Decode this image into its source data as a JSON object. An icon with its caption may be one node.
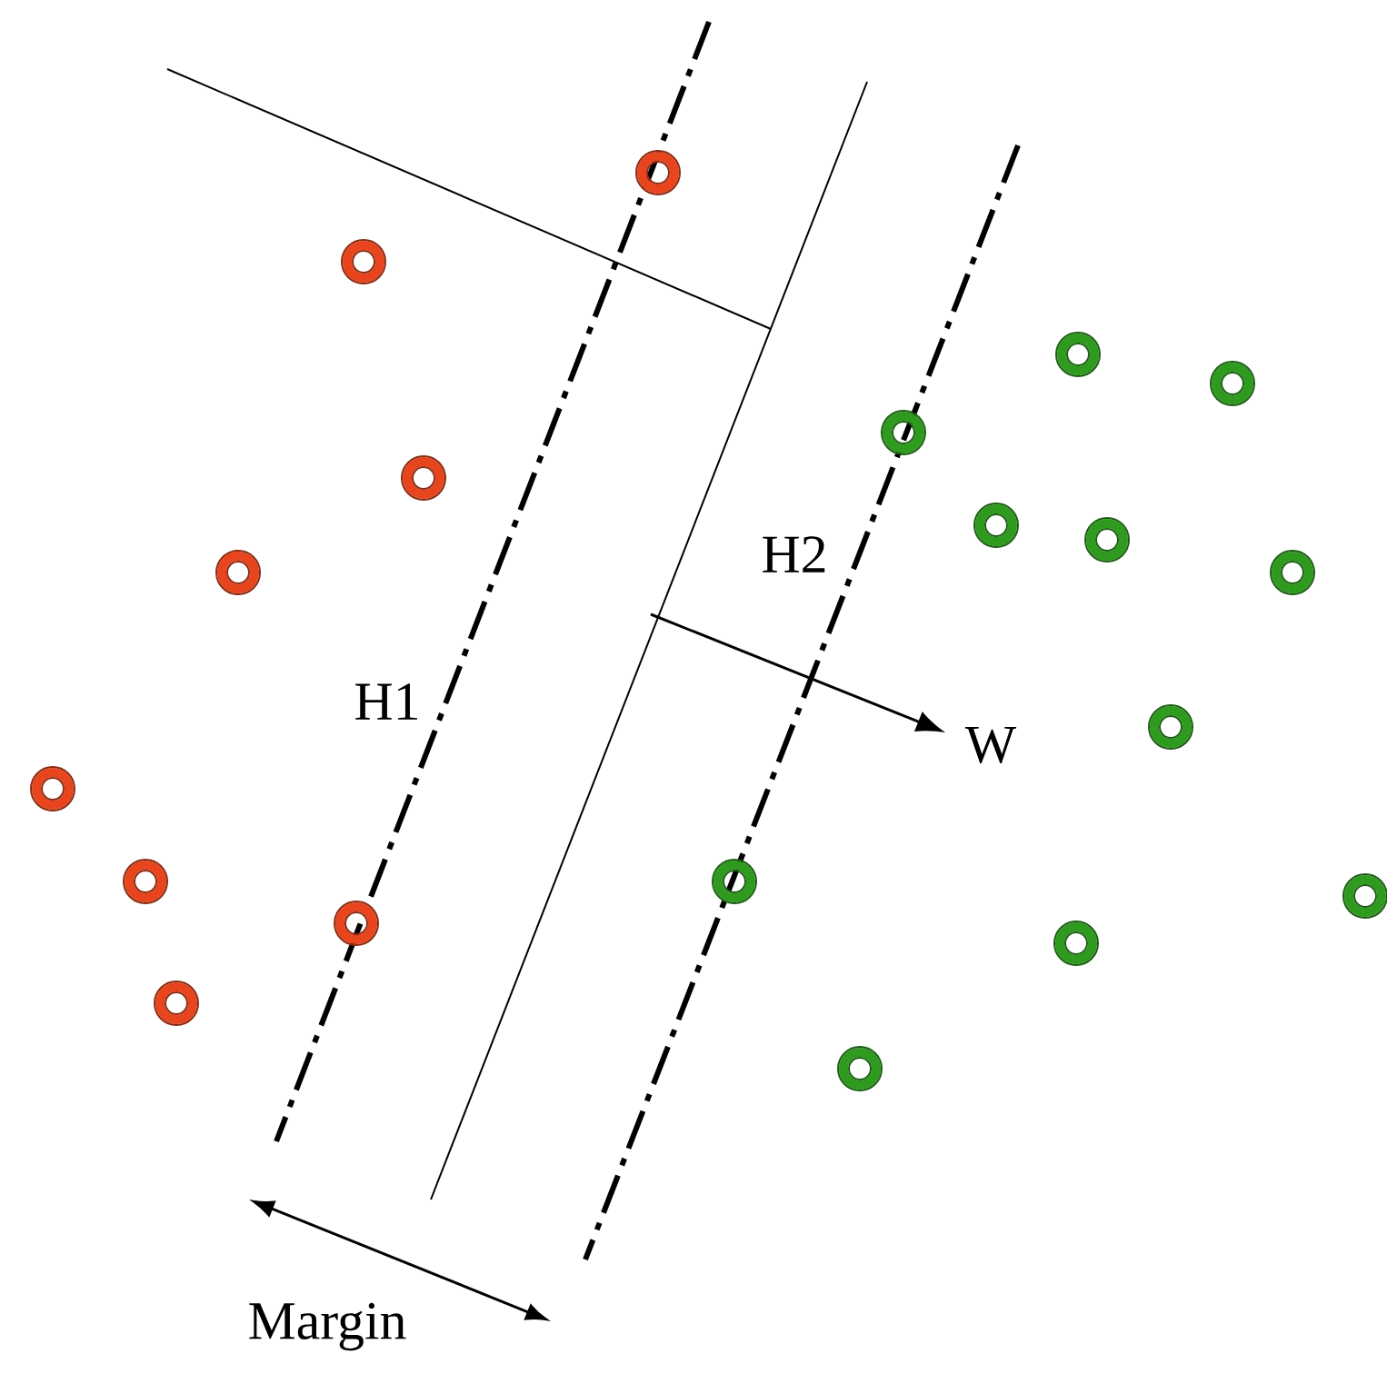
{
  "diagram": {
    "labels": [
      "H2",
      "H1",
      "W",
      "Margin"
    ]
  }
}
